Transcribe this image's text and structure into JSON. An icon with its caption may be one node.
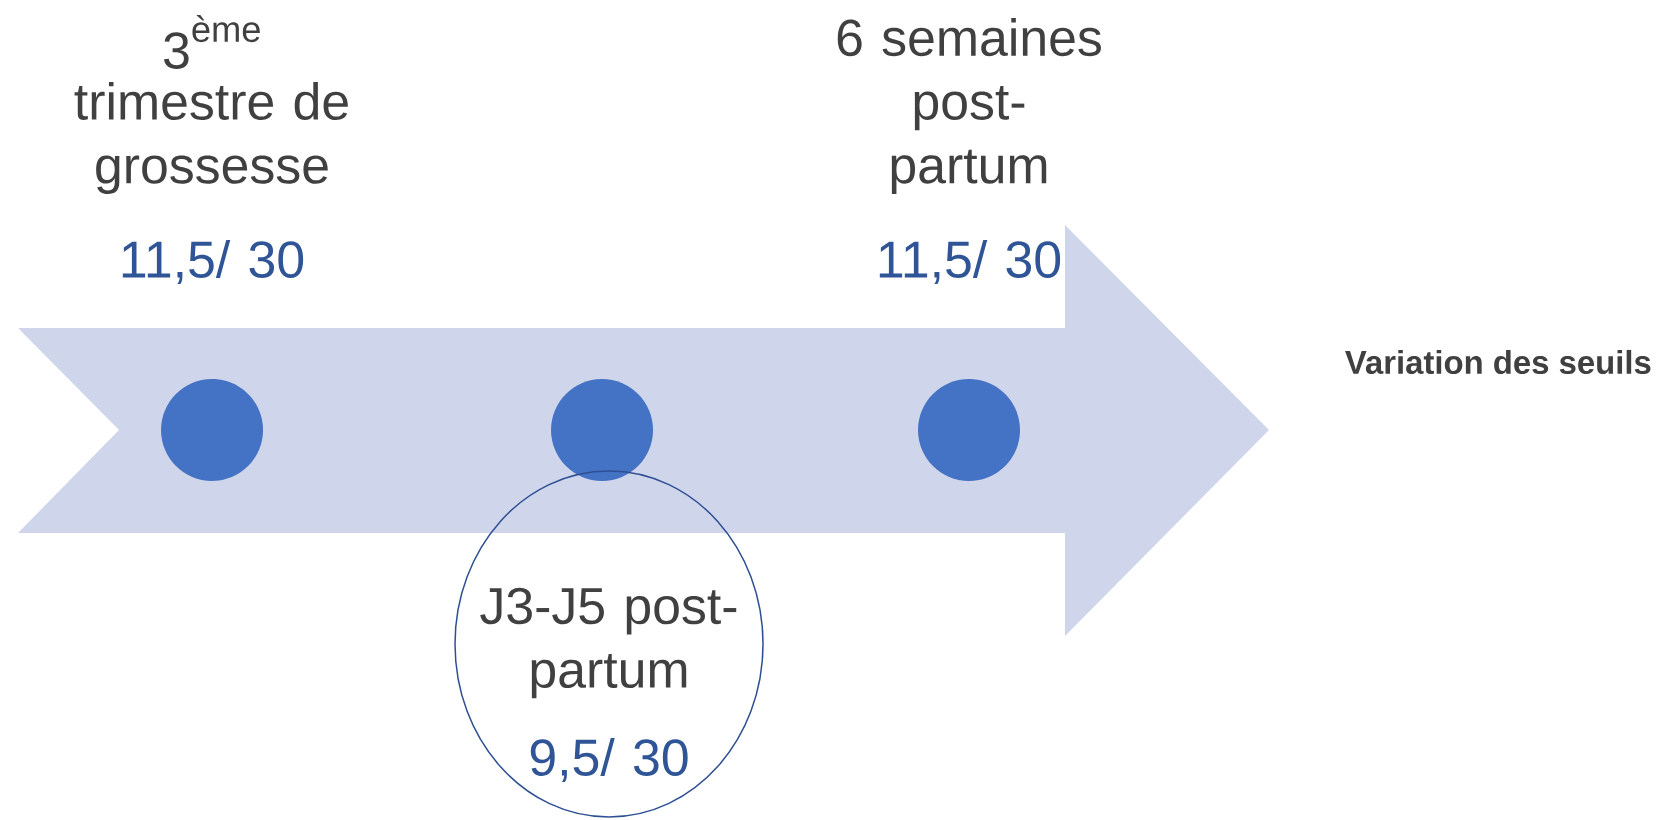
{
  "diagram": {
    "nodes": [
      {
        "text": [
          "Variation des seuils"
        ]
      },
      {
        "text": [],
        "shape": "circle",
        "in": 0,
        "beside": [
          "\\text{3}^{\\text{ème}}",
          "trimestre de grossesse",
          "11,5/ 30"
        ]
      },
      {
        "text": [],
        "shape": "circle",
        "in": 0
      },
      {
        "text": [],
        "shape": "circle",
        "in": 0,
        "beside": [
          "6 semaines post-partum",
          "11,5/ 30"
        ]
      },
      {
        "text": [
          "J3-J5 post-partum",
          "9,5/ 30"
        ]
      }
    ],
    "edges": []
  }
}
